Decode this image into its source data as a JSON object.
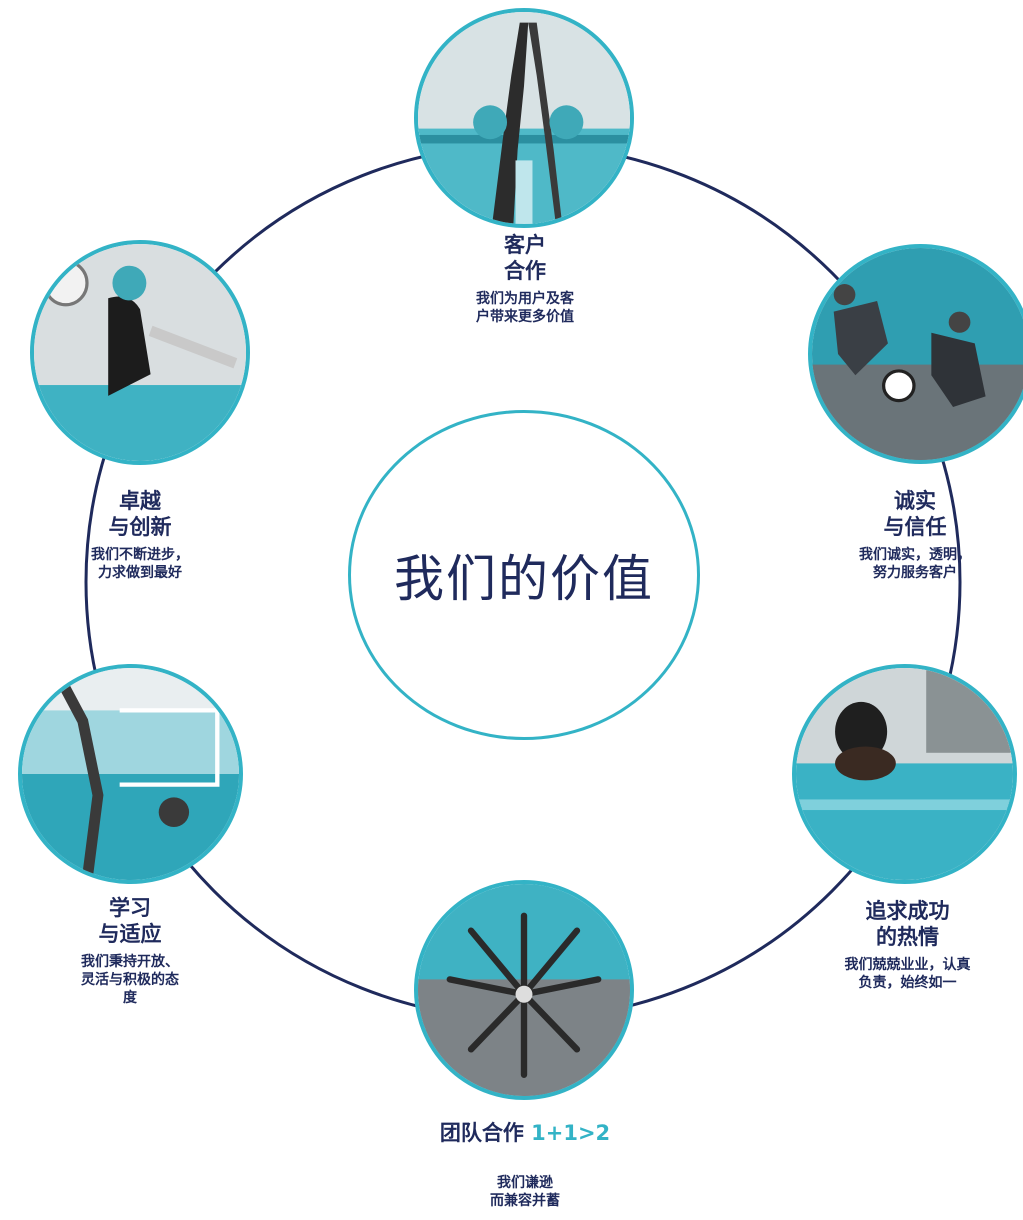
{
  "title": "我们的价值",
  "values": [
    {
      "id": "customer",
      "title_line1": "客户",
      "title_line2": "合作",
      "desc_line1": "我们为用户及客",
      "desc_line2": "户带来更多价值"
    },
    {
      "id": "honesty",
      "title_line1": "诚实",
      "title_line2": "与信任",
      "desc_line1": "我们诚实，透明，",
      "desc_line2": "努力服务客户"
    },
    {
      "id": "passion",
      "title_line1": "追求成功",
      "title_line2": "的热情",
      "desc_line1": "我们兢兢业业，认真",
      "desc_line2": "负责，始终如一"
    },
    {
      "id": "teamwork",
      "title_text": "团队合作",
      "title_accent": "1+1>2",
      "desc_line1": "我们谦逊",
      "desc_line2": "而兼容并蓄"
    },
    {
      "id": "learning",
      "title_line1": "学习",
      "title_line2": "与适应",
      "desc_line1": "我们秉持开放、",
      "desc_line2": "灵活与积极的态",
      "desc_line3": "度"
    },
    {
      "id": "excellence",
      "title_line1": "卓越",
      "title_line2": "与创新",
      "desc_line1": "我们不断进步，",
      "desc_line2": "力求做到最好"
    }
  ],
  "colors": {
    "ring": "#1f2a5c",
    "accent": "#33b3c6",
    "text": "#1f2a5c"
  },
  "photo_icons": [
    "water-polo-highfive-photo",
    "underwater-soccer-photo",
    "swimmer-girl-photo",
    "synchronized-swimmers-photo",
    "pool-water-polo-photo",
    "water-polo-thrower-photo"
  ]
}
